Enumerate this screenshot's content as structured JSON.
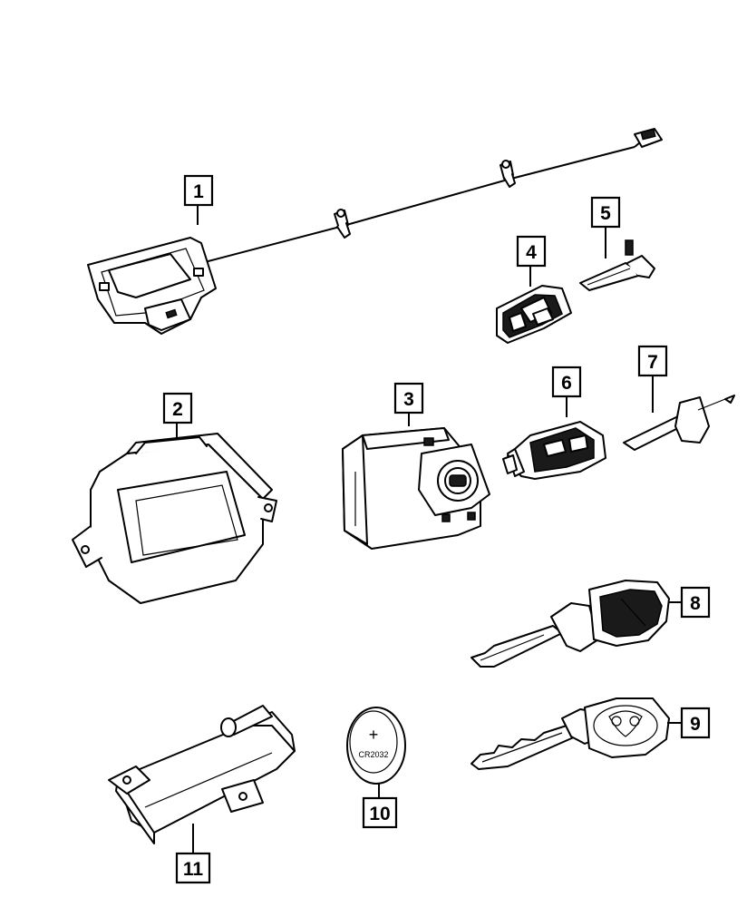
{
  "callouts": [
    "1",
    "2",
    "3",
    "4",
    "5",
    "6",
    "7",
    "8",
    "9",
    "10",
    "11"
  ],
  "battery": {
    "plus": "+",
    "model": "CR2032"
  }
}
